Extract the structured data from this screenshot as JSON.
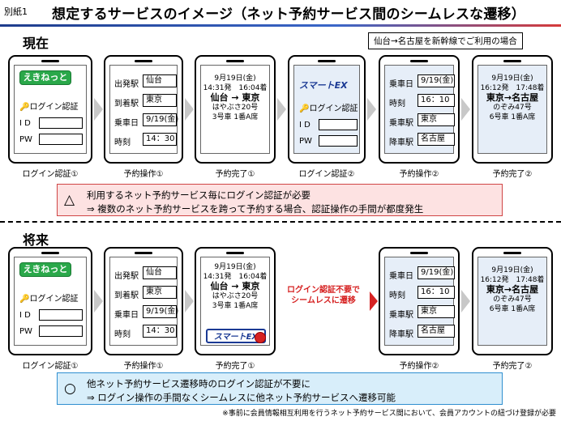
{
  "header": {
    "tag": "別紙1",
    "title": "想定するサービスのイメージ（ネット予約サービス間のシームレスな遷移）"
  },
  "current": {
    "label": "現在",
    "route": "仙台→名古屋を新幹線でご利用の場合",
    "login1": {
      "logo": "えきねっと",
      "auth": "ログイン認証",
      "id_label": "I D",
      "pw_label": "PW",
      "caption": "ログイン認証①"
    },
    "op1": {
      "rows": [
        {
          "label": "出発駅",
          "value": "仙台"
        },
        {
          "label": "到着駅",
          "value": "東京"
        },
        {
          "label": "乗車日",
          "value": "9/19(金)"
        },
        {
          "label": "時刻",
          "value": "14：30"
        }
      ],
      "caption": "予約操作①"
    },
    "done1": {
      "date": "9月19日(金)",
      "times": "14:31発　16:04着",
      "route": "仙台 → 東京",
      "train": "はやぶさ20号",
      "seat": "3号車 1番A席",
      "caption": "予約完了①"
    },
    "login2": {
      "logo": "スマートEX",
      "auth": "ログイン認証",
      "id_label": "I D",
      "pw_label": "PW",
      "caption": "ログイン認証②"
    },
    "op2": {
      "rows": [
        {
          "label": "乗車日",
          "value": "9/19(金)"
        },
        {
          "label": "時刻",
          "value": "16：10"
        },
        {
          "label": "乗車駅",
          "value": "東京"
        },
        {
          "label": "降車駅",
          "value": "名古屋"
        }
      ],
      "caption": "予約操作②"
    },
    "done2": {
      "date": "9月19日(金)",
      "times": "16:12発　17:48着",
      "route": "東京→名古屋",
      "train": "のぞみ47号",
      "seat": "6号車 1番A席",
      "caption": "予約完了②"
    },
    "note": {
      "icon": "△",
      "line1": "利用するネット予約サービス毎にログイン認証が必要",
      "line2": "⇒ 複数のネット予約サービスを跨って予約する場合、認証操作の手間が都度発生"
    }
  },
  "future": {
    "label": "将来",
    "login1": {
      "logo": "えきねっと",
      "auth": "ログイン認証",
      "id_label": "I D",
      "pw_label": "PW",
      "caption": "ログイン認証①"
    },
    "op1": {
      "rows": [
        {
          "label": "出発駅",
          "value": "仙台"
        },
        {
          "label": "到着駅",
          "value": "東京"
        },
        {
          "label": "乗車日",
          "value": "9/19(金)"
        },
        {
          "label": "時刻",
          "value": "14：30"
        }
      ],
      "caption": "予約操作①"
    },
    "done1": {
      "date": "9月19日(金)",
      "times": "14:31発　16:04着",
      "route": "仙台 → 東京",
      "train": "はやぶさ20号",
      "seat": "3号車 1番A席",
      "button": "スマートEX",
      "caption": "予約完了①"
    },
    "seamless": {
      "line1": "ログイン認証不要で",
      "line2": "シームレスに遷移"
    },
    "op2": {
      "rows": [
        {
          "label": "乗車日",
          "value": "9/19(金)"
        },
        {
          "label": "時刻",
          "value": "16：10"
        },
        {
          "label": "乗車駅",
          "value": "東京"
        },
        {
          "label": "降車駅",
          "value": "名古屋"
        }
      ],
      "caption": "予約操作②"
    },
    "done2": {
      "date": "9月19日(金)",
      "times": "16:12発　17:48着",
      "route": "東京→名古屋",
      "train": "のぞみ47号",
      "seat": "6号車 1番A席",
      "caption": "予約完了②"
    },
    "note": {
      "icon": "○",
      "line1": "他ネット予約サービス遷移時のログイン認証が不要に",
      "line2": "⇒ ログイン操作の手間なくシームレスに他ネット予約サービスへ遷移可能"
    }
  },
  "footnote": "※事前に会員情報相互利用を行うネット予約サービス間において、会員アカウントの紐づけ登録が必要",
  "colors": {
    "ekinet_green": "#2aa84a",
    "smartex_blue": "#1b3a94",
    "warning_red": "#d62222",
    "note_red_bg": "#fde2e2",
    "note_blue_bg": "#d8eefa"
  }
}
